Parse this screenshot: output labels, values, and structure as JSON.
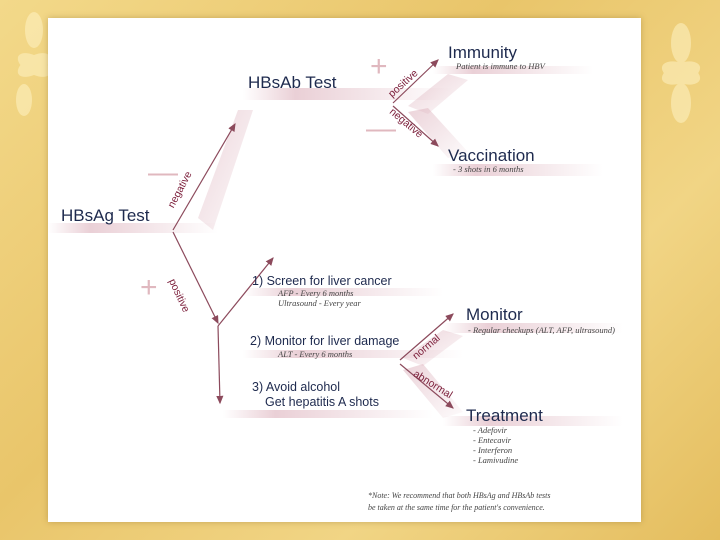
{
  "colors": {
    "arrow": "#8c4a5c",
    "band": "#d9a9b5",
    "text": "#1e2a4e",
    "label": "#7b1e3a",
    "sign": "#e0b8bf"
  },
  "hbsag_test": {
    "title": "HBsAg Test"
  },
  "hbsab_test": {
    "title": "HBsAb Test"
  },
  "immunity": {
    "title": "Immunity",
    "note": "Patient is immune to HBV"
  },
  "vaccination": {
    "title": "Vaccination",
    "note": "- 3 shots in 6 months"
  },
  "branches": {
    "negative": "negative",
    "positive": "positive",
    "ab_positive": "positive",
    "ab_negative": "negative",
    "normal": "normal",
    "abnormal": "abnormal"
  },
  "signs": {
    "minus": "—",
    "plus": "+"
  },
  "steps": {
    "screen": {
      "title": "1) Screen for liver cancer",
      "note1": "AFP - Every 6 months",
      "note2": "Ultrasound - Every year"
    },
    "monitor_damage": {
      "title": "2) Monitor for liver damage",
      "note1": "ALT - Every 6 months"
    },
    "avoid": {
      "title1": "3) Avoid alcohol",
      "title2": "Get hepatitis A shots"
    }
  },
  "monitor": {
    "title": "Monitor",
    "note": "- Regular checkups (ALT, AFP, ultrasound)"
  },
  "treatment": {
    "title": "Treatment",
    "drugs": [
      "- Adefovir",
      "- Entecavir",
      "- Interferon",
      "- Lamivudine"
    ]
  },
  "footnote": {
    "line1": "*Note:  We recommend that both HBsAg and HBsAb tests",
    "line2": "be taken at the same time for the patient's convenience."
  }
}
